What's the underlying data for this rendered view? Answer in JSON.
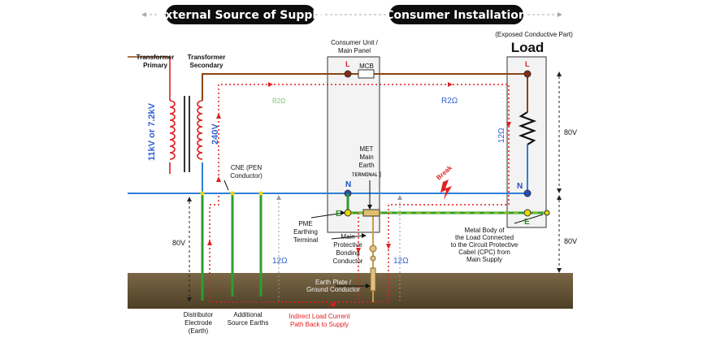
{
  "header": {
    "left_pill": "External Source of Supply",
    "right_pill": "Consumer Installation"
  },
  "labels": {
    "transformer_primary": [
      "Transformer",
      "Primary"
    ],
    "transformer_secondary": [
      "Transformer",
      "Secondary"
    ],
    "primary_voltage": "11kV or 7.2kV",
    "secondary_voltage": "240V",
    "consumer_unit": [
      "Consumer Unit /",
      "Main Panel"
    ],
    "mcb": "MCB",
    "exposed_part": "(Exposed Conductive Part)",
    "load": "Load",
    "met": [
      "MET",
      "Main",
      "Earth"
    ],
    "met_code": "ᴛᴇʀᴍɪɴᴀʟ |",
    "cne": [
      "CNE (PEN",
      "Conductor)"
    ],
    "pme": [
      "PME",
      "Earthing",
      "Terminal"
    ],
    "main_bonding": [
      "Main",
      "Protective",
      "Bonding",
      "Conductor"
    ],
    "earth_plate": [
      "Earth Plate /",
      "Ground Conductor"
    ],
    "distributor_electrode": [
      "Distributor",
      "Electrode",
      "(Earth)"
    ],
    "additional_earths": [
      "Additional",
      "Source Earths"
    ],
    "indirect_path": [
      "Indirect Load Current",
      "Path Back to Supply"
    ],
    "metal_body": [
      "Metal Body of",
      "the Load Connected",
      "to the Circuit Protective",
      "Cabel (CPC) from",
      "Main Supply"
    ],
    "break": "Break",
    "r_supply_top": "R2Ω",
    "r_load_top": "R2Ω",
    "load_resistance": "12Ω",
    "r_earth_source": "12Ω",
    "r_earth_consumer": "12Ω",
    "v_load": "80V",
    "v_earth_left": "80V",
    "v_earth_right": "80V",
    "letter_L": "L",
    "letter_N": "N",
    "letter_E": "E"
  },
  "colors": {
    "line": "#8b4513",
    "neutral": "#2f7fd8",
    "earth": "#2e9e2e",
    "earth_yellow": "#e8d800",
    "fault_path": "#e02020",
    "ground": "#6b5a3a",
    "pill": "#0d0d0d"
  }
}
